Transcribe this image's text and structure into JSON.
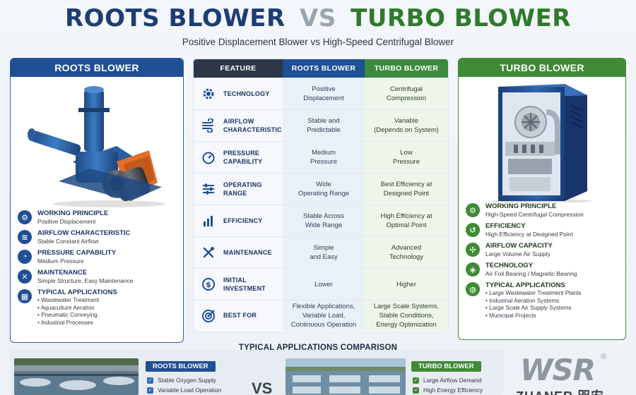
{
  "header": {
    "title_left": "ROOTS BLOWER",
    "title_vs": "VS",
    "title_right": "TURBO BLOWER",
    "subtitle": "Positive Displacement Blower vs High-Speed Centrifugal Blower"
  },
  "colors": {
    "roots_blue": "#1f4f95",
    "turbo_green": "#3f8a34",
    "feature_dark": "#2d3748"
  },
  "left_panel": {
    "title": "ROOTS BLOWER",
    "features": [
      {
        "icon": "gear-icon",
        "title": "WORKING PRINCIPLE",
        "desc": "Positive Displacement"
      },
      {
        "icon": "airflow-icon",
        "title": "AIRFLOW CHARACTERISTIC",
        "desc": "Stable Constant Airflow"
      },
      {
        "icon": "gauge-icon",
        "title": "PRESSURE CAPABILITY",
        "desc": "Medium Pressure"
      },
      {
        "icon": "wrench-icon",
        "title": "MAINTENANCE",
        "desc": "Simple Structure, Easy Maintenance"
      },
      {
        "icon": "building-icon",
        "title": "TYPICAL APPLICATIONS",
        "bullets": [
          "Wastewater Treatment",
          "Aquaculture Aeration",
          "Pneumatic Conveying",
          "Industrial Processes"
        ]
      }
    ]
  },
  "right_panel": {
    "title": "TURBO BLOWER",
    "features": [
      {
        "icon": "gear-icon",
        "title": "WORKING PRINCIPLE",
        "desc": "High-Speed Centrifugal Compression"
      },
      {
        "icon": "efficiency-icon",
        "title": "EFFICIENCY",
        "desc": "High Efficiency at Designed Point"
      },
      {
        "icon": "fan-icon",
        "title": "AIRFLOW CAPACITY",
        "desc": "Large Volume Air Supply"
      },
      {
        "icon": "chip-icon",
        "title": "TECHNOLOGY",
        "desc": "Air Foil Bearing / Magnetic Bearing"
      },
      {
        "icon": "globe-icon",
        "title": "TYPICAL APPLICATIONS",
        "bullets": [
          "Large Wastewater Treatment Plants",
          "Industrial Aeration Systems",
          "Large Scale Air Supply Systems",
          "Municipal Projects"
        ]
      }
    ]
  },
  "table": {
    "headers": [
      "FEATURE",
      "ROOTS BLOWER",
      "TURBO BLOWER"
    ],
    "rows": [
      {
        "icon": "gear-icon",
        "feature": "TECHNOLOGY",
        "roots": "Positive\nDisplacement",
        "turbo": "Centrifugal\nCompression"
      },
      {
        "icon": "airflow-icon",
        "feature": "AIRFLOW\nCHARACTERISTIC",
        "roots": "Stable and\nPredictable",
        "turbo": "Variable\n(Depends on System)"
      },
      {
        "icon": "gauge-icon",
        "feature": "PRESSURE\nCAPABILITY",
        "roots": "Medium\nPressure",
        "turbo": "Low\nPressure"
      },
      {
        "icon": "sliders-icon",
        "feature": "OPERATING\nRANGE",
        "roots": "Wide\nOperating Range",
        "turbo": "Best Efficiency at\nDesigned Point"
      },
      {
        "icon": "bar-chart-icon",
        "feature": "EFFICIENCY",
        "roots": "Stable Across\nWide Range",
        "turbo": "High Efficiency at\nOptimal Point"
      },
      {
        "icon": "tools-icon",
        "feature": "MAINTENANCE",
        "roots": "Simple\nand Easy",
        "turbo": "Advanced\nTechnology"
      },
      {
        "icon": "dollar-icon",
        "feature": "INITIAL\nINVESTMENT",
        "roots": "Lower",
        "turbo": "Higher"
      },
      {
        "icon": "target-icon",
        "feature": "BEST FOR",
        "roots": "Flexible Applications,\nVariable Load,\nContinuous Operation",
        "turbo": "Large Scale Systems,\nStable Conditions,\nEnergy Optimization"
      }
    ]
  },
  "applications": {
    "title": "TYPICAL APPLICATIONS COMPARISON",
    "vs": "VS",
    "roots_label": "ROOTS BLOWER",
    "roots_items": [
      "Stable Oxygen Supply",
      "Variable Load Operation"
    ],
    "turbo_label": "TURBO BLOWER",
    "turbo_items": [
      "Large Airflow Demand",
      "High Energy Efficiency"
    ]
  },
  "logo": {
    "text": "WSR",
    "reg": "®",
    "sub": "ZHANER 咫安"
  }
}
